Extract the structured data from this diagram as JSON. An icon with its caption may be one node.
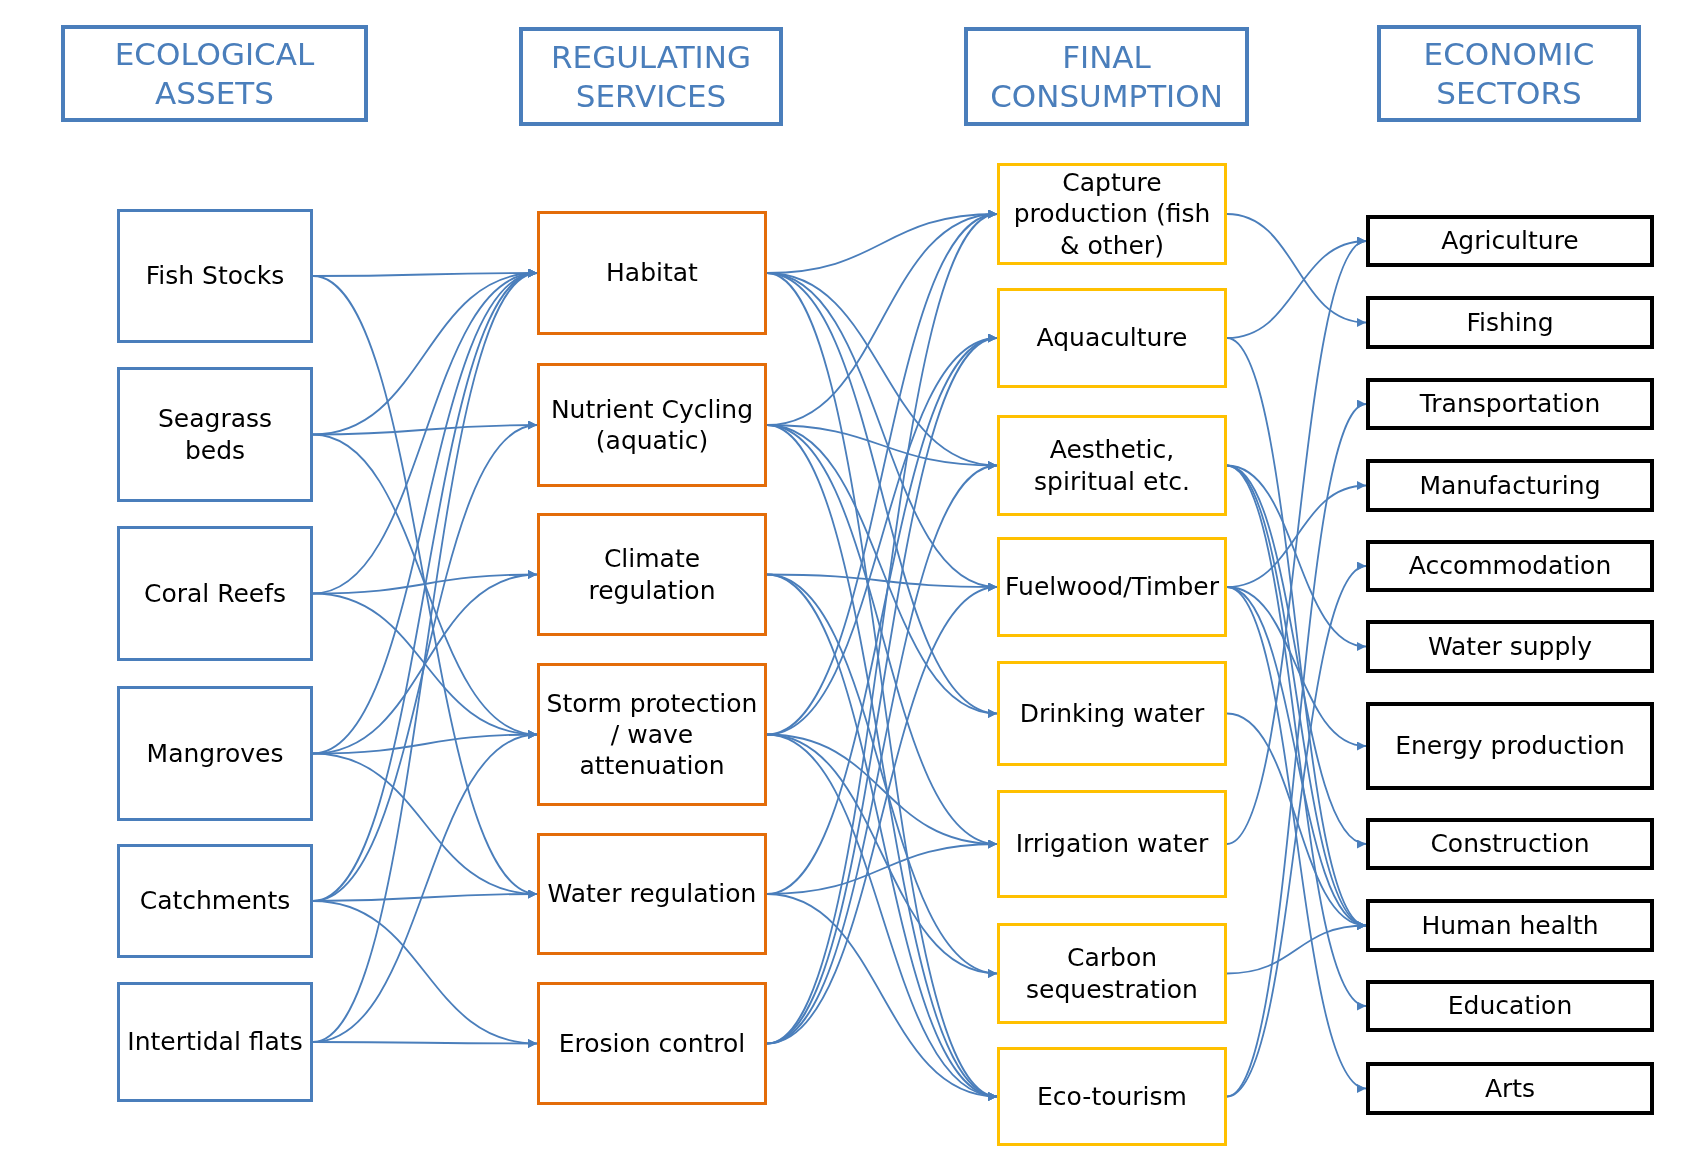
{
  "diagram": {
    "nodes": [
      {
        "text": [
          "ECOLOGICAL ASSETS"
        ]
      },
      {
        "text": [
          "REGULATING SERVICES"
        ]
      },
      {
        "text": [
          "FINAL CONSUMPTION"
        ]
      },
      {
        "text": [
          "ECONOMIC SECTORS"
        ]
      },
      {
        "text": [
          "Fish Stocks"
        ]
      },
      {
        "text": [
          "Seagrass beds"
        ]
      },
      {
        "text": [
          "Coral Reefs"
        ]
      },
      {
        "text": [
          "Mangroves"
        ]
      },
      {
        "text": [
          "Catchments"
        ]
      },
      {
        "text": [
          "Intertidal flats"
        ]
      },
      {
        "text": [
          "Habitat"
        ]
      },
      {
        "text": [
          "Nutrient Cycling (aquatic)"
        ]
      },
      {
        "text": [
          "Climate regulation"
        ]
      },
      {
        "text": [
          "Storm protection / wave attenuation"
        ]
      },
      {
        "text": [
          "Water regulation"
        ]
      },
      {
        "text": [
          "Erosion control"
        ]
      },
      {
        "text": [
          "Capture production (fish & other)"
        ]
      },
      {
        "text": [
          "Aquaculture"
        ]
      },
      {
        "text": [
          "Aesthetic, spiritual etc."
        ]
      },
      {
        "text": [
          "Fuelwood/Timber"
        ]
      },
      {
        "text": [
          "Drinking water"
        ]
      },
      {
        "text": [
          "Irrigation water"
        ]
      },
      {
        "text": [
          "Carbon sequestration"
        ]
      },
      {
        "text": [
          "Eco-tourism"
        ]
      },
      {
        "text": [
          "Agriculture"
        ]
      },
      {
        "text": [
          "Fishing"
        ]
      },
      {
        "text": [
          "Transportation"
        ]
      },
      {
        "text": [
          "Manufacturing"
        ]
      },
      {
        "text": [
          "Accommodation"
        ]
      },
      {
        "text": [
          "Water supply"
        ]
      },
      {
        "text": [
          "Energy production"
        ]
      },
      {
        "text": [
          "Construction"
        ]
      },
      {
        "text": [
          "Human health"
        ]
      },
      {
        "text": [
          "Education"
        ]
      },
      {
        "text": [
          "Arts"
        ]
      }
    ],
    "edges": [
      {
        "from": 4,
        "to": 10,
        "arrow": "to"
      },
      {
        "from": 4,
        "to": 14,
        "arrow": "to"
      },
      {
        "from": 5,
        "to": 10,
        "arrow": "to"
      },
      {
        "from": 5,
        "to": 11,
        "arrow": "to"
      },
      {
        "from": 5,
        "to": 13,
        "arrow": "to"
      },
      {
        "from": 6,
        "to": 10,
        "arrow": "to"
      },
      {
        "from": 6,
        "to": 12,
        "arrow": "to"
      },
      {
        "from": 6,
        "to": 13,
        "arrow": "to"
      },
      {
        "from": 7,
        "to": 10,
        "arrow": "to"
      },
      {
        "from": 7,
        "to": 12,
        "arrow": "to"
      },
      {
        "from": 7,
        "to": 13,
        "arrow": "to"
      },
      {
        "from": 7,
        "to": 14,
        "arrow": "to"
      },
      {
        "from": 8,
        "to": 10,
        "arrow": "to"
      },
      {
        "from": 8,
        "to": 11,
        "arrow": "to"
      },
      {
        "from": 8,
        "to": 14,
        "arrow": "to"
      },
      {
        "from": 8,
        "to": 15,
        "arrow": "to"
      },
      {
        "from": 9,
        "to": 10,
        "arrow": "to"
      },
      {
        "from": 9,
        "to": 13,
        "arrow": "to"
      },
      {
        "from": 9,
        "to": 15,
        "arrow": "to"
      },
      {
        "from": 10,
        "to": 16,
        "arrow": "to"
      },
      {
        "from": 10,
        "to": 18,
        "arrow": "to"
      },
      {
        "from": 10,
        "to": 19,
        "arrow": "to"
      },
      {
        "from": 10,
        "to": 20,
        "arrow": "to"
      },
      {
        "from": 10,
        "to": 23,
        "arrow": "to"
      },
      {
        "from": 11,
        "to": 16,
        "arrow": "to"
      },
      {
        "from": 11,
        "to": 18,
        "arrow": "to"
      },
      {
        "from": 11,
        "to": 20,
        "arrow": "to"
      },
      {
        "from": 11,
        "to": 21,
        "arrow": "to"
      },
      {
        "from": 11,
        "to": 23,
        "arrow": "to"
      },
      {
        "from": 12,
        "to": 19,
        "arrow": "to"
      },
      {
        "from": 12,
        "to": 22,
        "arrow": "to"
      },
      {
        "from": 12,
        "to": 23,
        "arrow": "to"
      },
      {
        "from": 13,
        "to": 16,
        "arrow": "to"
      },
      {
        "from": 13,
        "to": 17,
        "arrow": "to"
      },
      {
        "from": 13,
        "to": 21,
        "arrow": "to"
      },
      {
        "from": 13,
        "to": 22,
        "arrow": "to"
      },
      {
        "from": 13,
        "to": 23,
        "arrow": "to"
      },
      {
        "from": 14,
        "to": 17,
        "arrow": "to"
      },
      {
        "from": 14,
        "to": 21,
        "arrow": "to"
      },
      {
        "from": 14,
        "to": 23,
        "arrow": "to"
      },
      {
        "from": 15,
        "to": 16,
        "arrow": "to"
      },
      {
        "from": 15,
        "to": 17,
        "arrow": "to"
      },
      {
        "from": 15,
        "to": 18,
        "arrow": "to"
      },
      {
        "from": 15,
        "to": 19,
        "arrow": "to"
      },
      {
        "from": 16,
        "to": 25,
        "arrow": "to"
      },
      {
        "from": 17,
        "to": 24,
        "arrow": "to"
      },
      {
        "from": 17,
        "to": 32,
        "arrow": "to"
      },
      {
        "from": 18,
        "to": 29,
        "arrow": "to"
      },
      {
        "from": 18,
        "to": 31,
        "arrow": "to"
      },
      {
        "from": 18,
        "to": 32,
        "arrow": "to"
      },
      {
        "from": 18,
        "to": 33,
        "arrow": "to"
      },
      {
        "from": 19,
        "to": 27,
        "arrow": "to"
      },
      {
        "from": 19,
        "to": 30,
        "arrow": "to"
      },
      {
        "from": 19,
        "to": 32,
        "arrow": "to"
      },
      {
        "from": 19,
        "to": 34,
        "arrow": "to"
      },
      {
        "from": 20,
        "to": 32,
        "arrow": "to"
      },
      {
        "from": 21,
        "to": 24,
        "arrow": "to"
      },
      {
        "from": 22,
        "to": 32,
        "arrow": "to"
      },
      {
        "from": 23,
        "to": 26,
        "arrow": "to"
      },
      {
        "from": 23,
        "to": 28,
        "arrow": "to"
      }
    ]
  }
}
